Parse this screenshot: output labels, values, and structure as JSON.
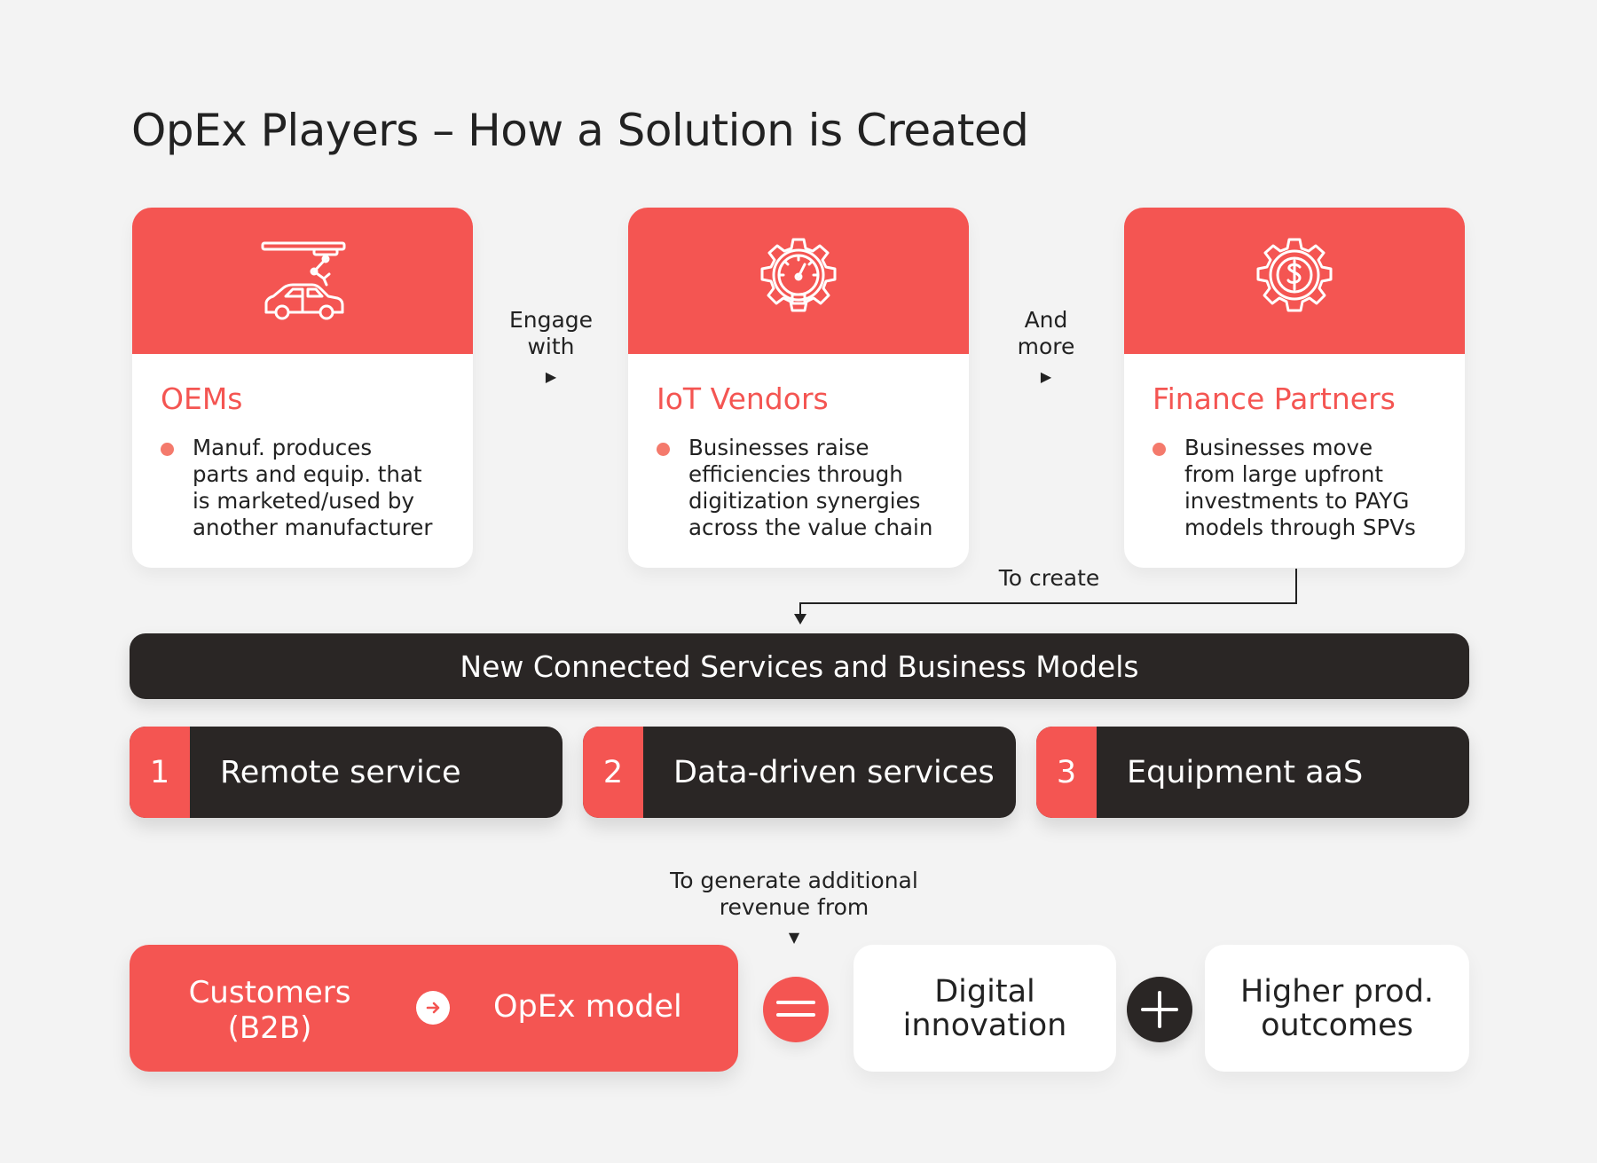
{
  "title": "OpEx Players – How a Solution is Created",
  "cards": [
    {
      "icon": "robot-arm-car-icon",
      "title": "OEMs",
      "bullet": "Manuf. produces\nparts and equip. that\nis marketed/used by\nanother manufacturer"
    },
    {
      "icon": "gear-gauge-icon",
      "title": "IoT Vendors",
      "bullet": "Businesses raise\nefficiencies through\ndigitization synergies\nacross the value chain"
    },
    {
      "icon": "gear-dollar-icon",
      "title": "Finance Partners",
      "bullet": "Businesses move\nfrom large upfront\ninvestments to PAYG\nmodels through SPVs"
    }
  ],
  "connectors": {
    "engage": "Engage\nwith",
    "and_more": "And\nmore",
    "to_create": "To create",
    "generate": "To generate additional\nrevenue from"
  },
  "banner": "New Connected Services and Business Models",
  "services": [
    {
      "number": "1",
      "label": "Remote service"
    },
    {
      "number": "2",
      "label": "Data-driven services"
    },
    {
      "number": "3",
      "label": "Equipment aaS"
    }
  ],
  "bottom": {
    "customers": "Customers\n(B2B)",
    "opex": "OpEx model",
    "digital": "Digital\ninnovation",
    "higher": "Higher prod.\noutcomes"
  },
  "colors": {
    "accent": "#f45552",
    "dark": "#2a2625",
    "bullet": "#f47a6c",
    "background": "#f3f3f3"
  }
}
